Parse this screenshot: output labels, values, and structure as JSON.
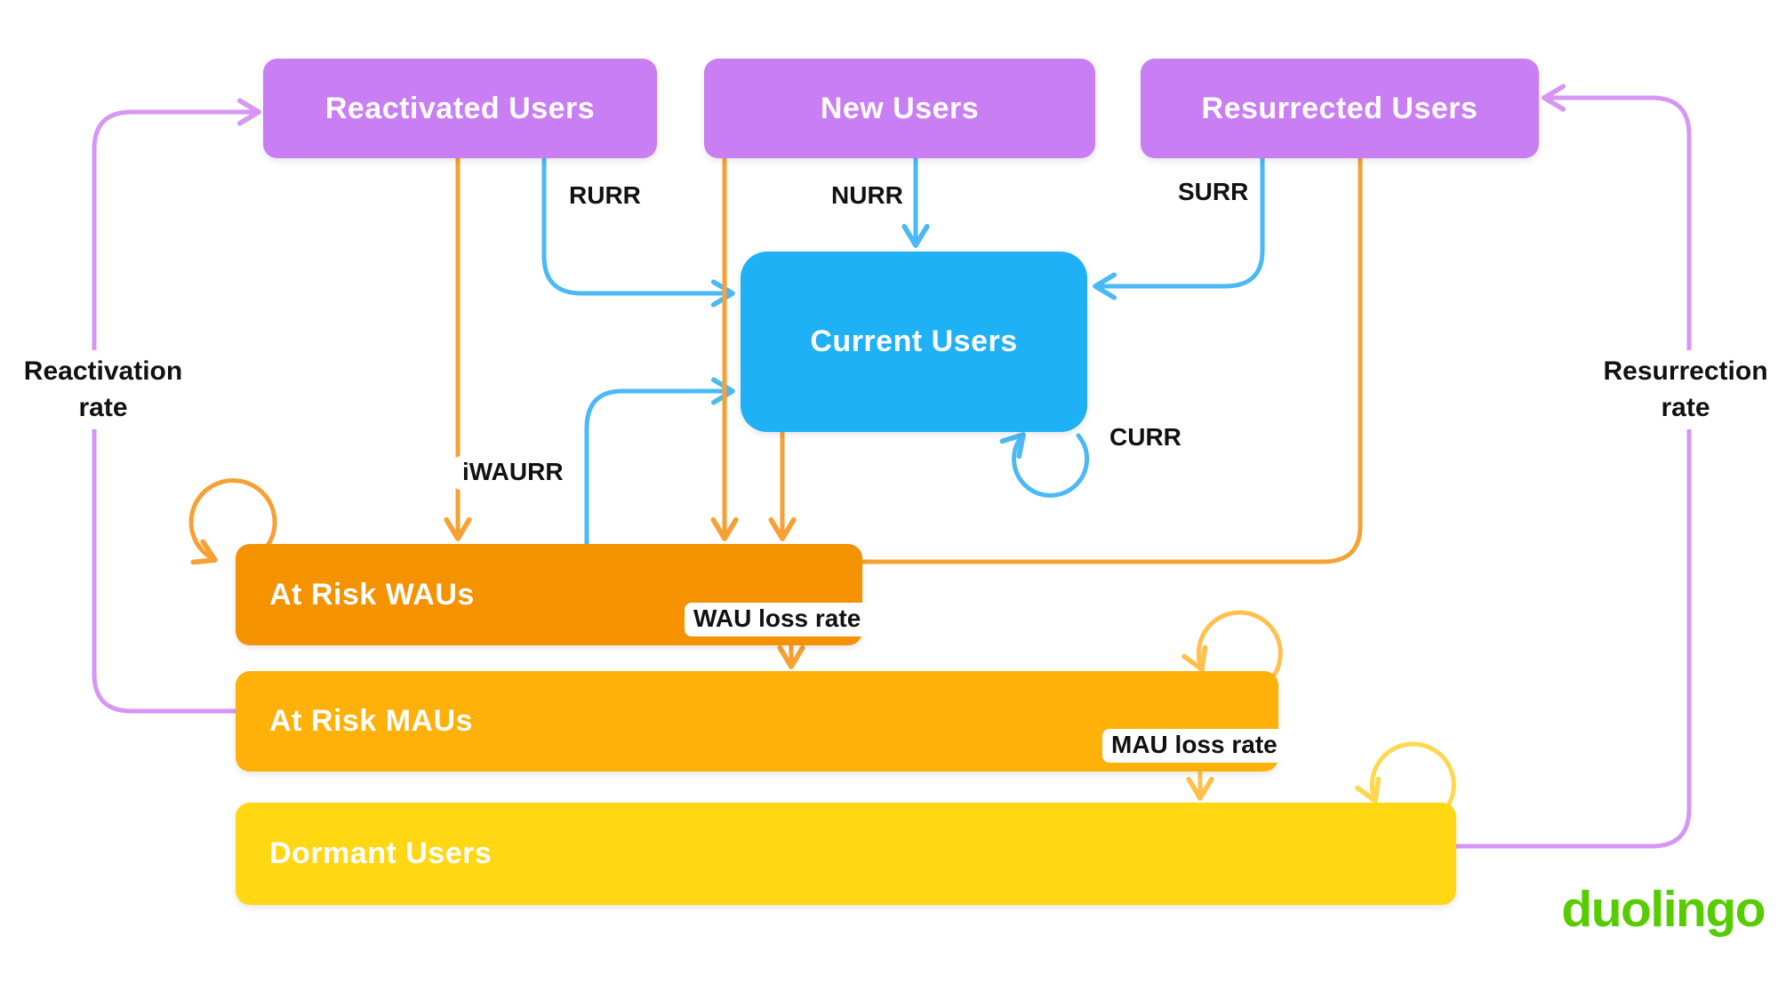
{
  "nodes": [
    {
      "id": "reactivated-users",
      "label": "Reactivated Users"
    },
    {
      "id": "new-users",
      "label": "New Users"
    },
    {
      "id": "resurrected-users",
      "label": "Resurrected Users"
    },
    {
      "id": "current-users",
      "label": "Current Users"
    },
    {
      "id": "at-risk-waus",
      "label": "At Risk WAUs"
    },
    {
      "id": "at-risk-maus",
      "label": "At Risk MAUs"
    },
    {
      "id": "dormant-users",
      "label": "Dormant Users"
    }
  ],
  "edge_labels": {
    "rurr": "RURR",
    "nurr": "NURR",
    "surr": "SURR",
    "curr": "CURR",
    "iwaurr": "iWAURR",
    "wau_loss_rate": "WAU loss rate",
    "mau_loss_rate": "MAU loss rate",
    "reactivation_rate": "Reactivation\nrate",
    "resurrection_rate": "Resurrection\nrate"
  },
  "logo": {
    "text": "duolingo"
  },
  "colors": {
    "node_purple": "#c97ef3",
    "node_blue": "#1fb1f5",
    "node_orange": "#f49200",
    "node_amber": "#ffb10a",
    "node_yellow": "#ffd712",
    "edge_blue": "#4ab9f5",
    "edge_orange": "#f7a033",
    "edge_amber": "#ffc14d",
    "edge_yellow": "#ffd84d",
    "edge_purple": "#d795f5",
    "label_text": "#111111",
    "node_text": "#ffffff",
    "logo_green": "#58cc02",
    "background": "#ffffff"
  }
}
